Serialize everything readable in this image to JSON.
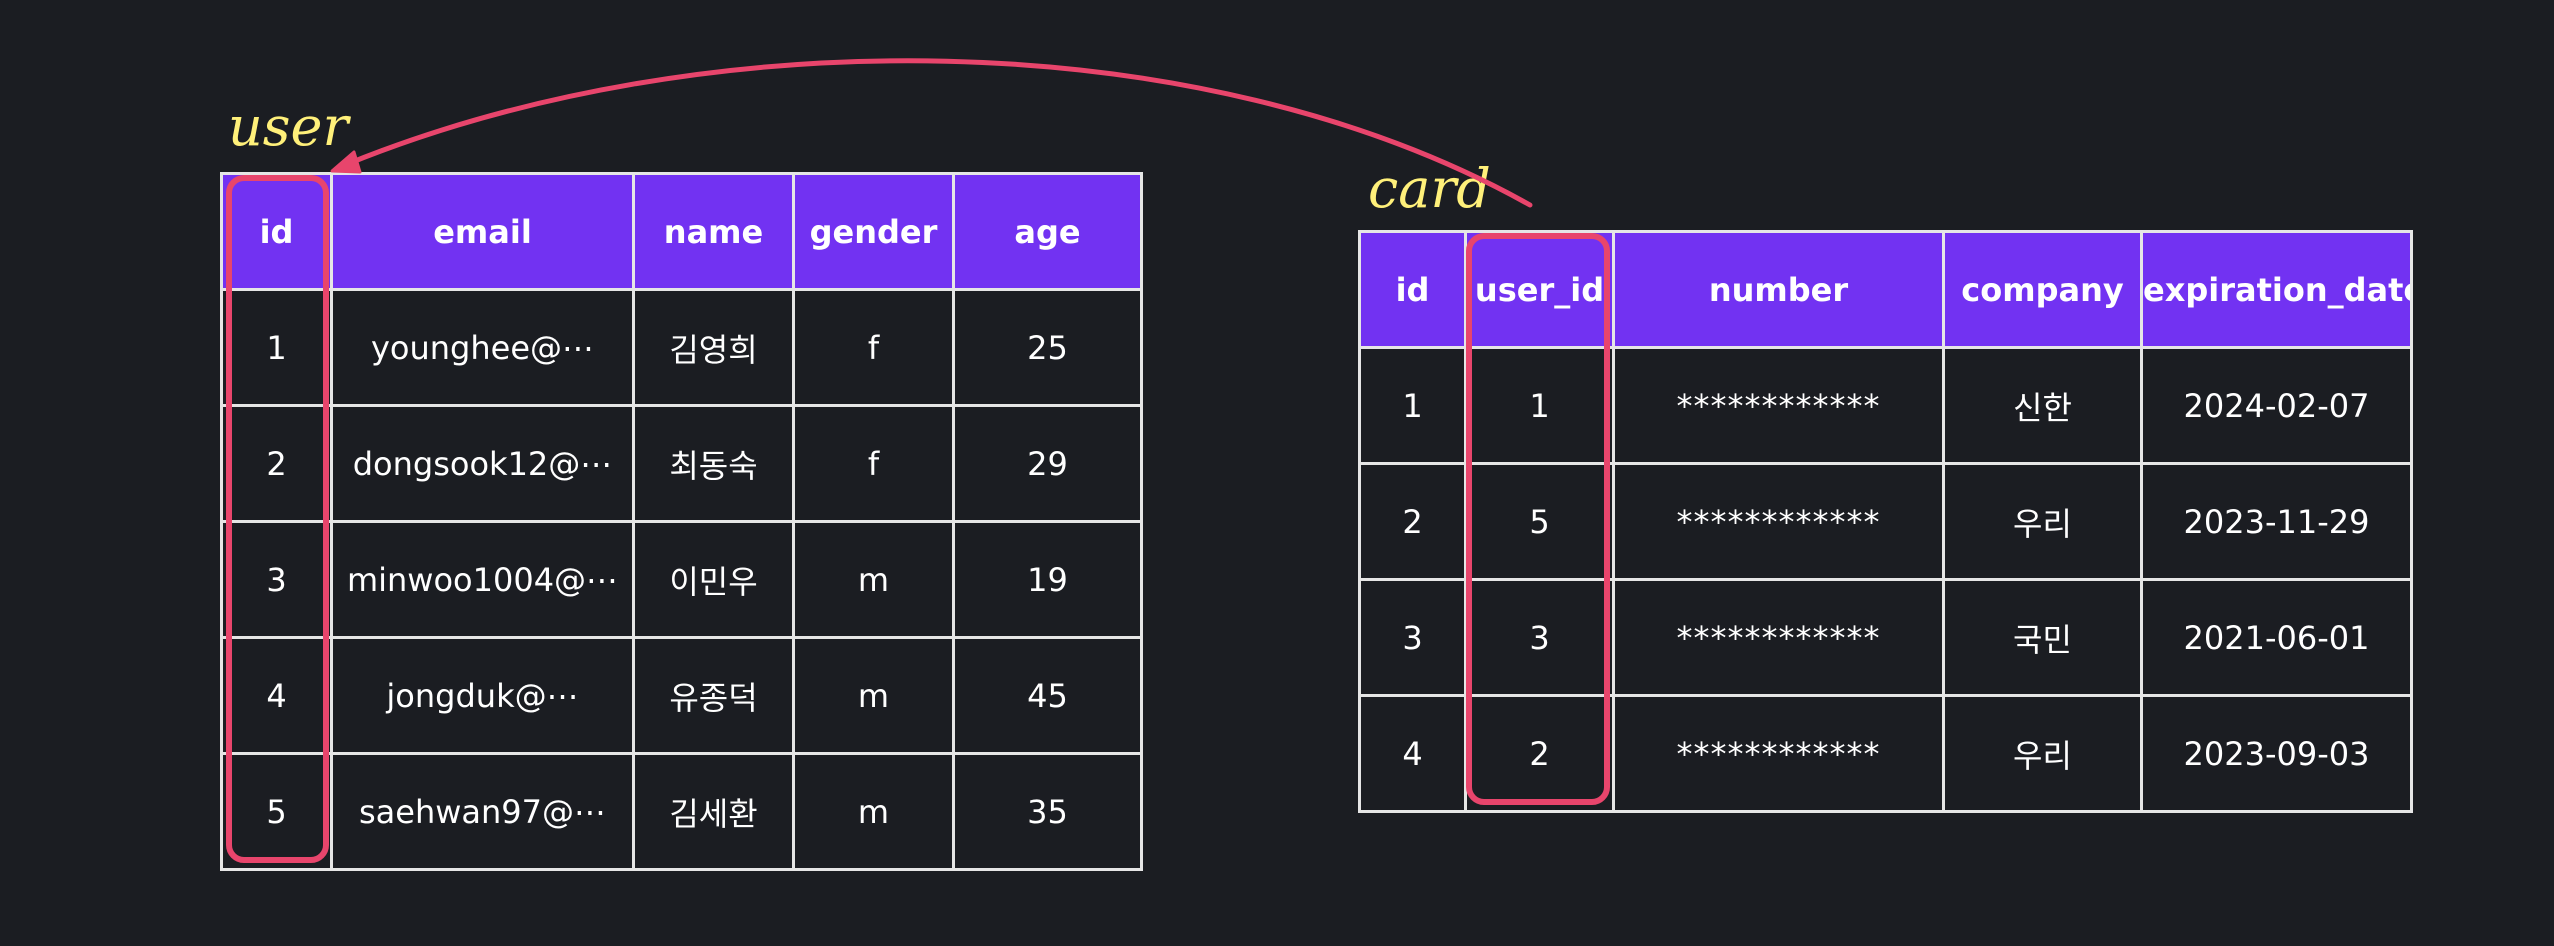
{
  "tables": {
    "user": {
      "label": "user",
      "headers": [
        "id",
        "email",
        "name",
        "gender",
        "age"
      ],
      "rows": [
        [
          "1",
          "younghee@⋯",
          "김영희",
          "f",
          "25"
        ],
        [
          "2",
          "dongsook12@⋯",
          "최동숙",
          "f",
          "29"
        ],
        [
          "3",
          "minwoo1004@⋯",
          "이민우",
          "m",
          "19"
        ],
        [
          "4",
          "jongduk@⋯",
          "유종덕",
          "m",
          "45"
        ],
        [
          "5",
          "saehwan97@⋯",
          "김세환",
          "m",
          "35"
        ]
      ]
    },
    "card": {
      "label": "card",
      "headers": [
        "id",
        "user_id",
        "number",
        "company",
        "expiration_date"
      ],
      "rows": [
        [
          "1",
          "1",
          "************",
          "신한",
          "2024-02-07"
        ],
        [
          "2",
          "5",
          "************",
          "우리",
          "2023-11-29"
        ],
        [
          "3",
          "3",
          "************",
          "국민",
          "2021-06-01"
        ],
        [
          "4",
          "2",
          "************",
          "우리",
          "2023-09-03"
        ]
      ]
    }
  },
  "colors": {
    "background": "#1b1d22",
    "header": "#7232f2",
    "highlight": "#e8456c",
    "label": "#fff07a",
    "grid": "#e6e6e6"
  }
}
